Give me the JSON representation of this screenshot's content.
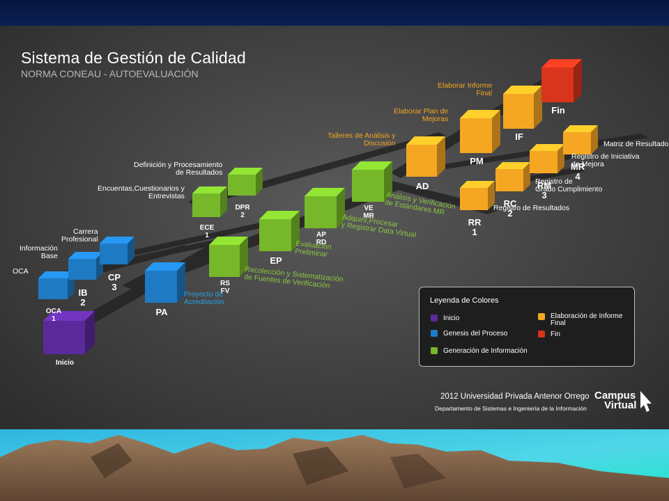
{
  "title": "Sistema de Gestión de Calidad",
  "subtitle": "NORMA CONEAU - AUTOEVALUACIÓN",
  "colors": {
    "inicio": "#5b2a9a",
    "genesis": "#1f7ac4",
    "generacion": "#76b82a",
    "elaboracion": "#f5a623",
    "fin": "#d9341c"
  },
  "boxes": [
    {
      "id": "inicio",
      "label": "Inicio",
      "color": "inicio"
    },
    {
      "id": "oca",
      "label": "OCA\n1",
      "color": "genesis"
    },
    {
      "id": "ib",
      "label": "IB\n2",
      "color": "genesis"
    },
    {
      "id": "cp",
      "label": "CP\n3",
      "color": "genesis"
    },
    {
      "id": "pa",
      "label": "PA",
      "color": "genesis"
    },
    {
      "id": "rsfv",
      "label": "RS\nFV",
      "color": "generacion"
    },
    {
      "id": "ep",
      "label": "EP",
      "color": "generacion"
    },
    {
      "id": "aprd",
      "label": "AP\nRD",
      "color": "generacion"
    },
    {
      "id": "vemr",
      "label": "VE\nMR",
      "color": "generacion"
    },
    {
      "id": "ece",
      "label": "ECE\n1",
      "color": "generacion"
    },
    {
      "id": "dpr",
      "label": "DPR\n2",
      "color": "generacion"
    },
    {
      "id": "ad",
      "label": "AD",
      "color": "elaboracion"
    },
    {
      "id": "pm",
      "label": "PM",
      "color": "elaboracion"
    },
    {
      "id": "if",
      "label": "IF",
      "color": "elaboracion"
    },
    {
      "id": "fin",
      "label": "Fin",
      "color": "fin"
    },
    {
      "id": "rr",
      "label": "RR\n1",
      "color": "elaboracion"
    },
    {
      "id": "rc",
      "label": "RC\n2",
      "color": "elaboracion"
    },
    {
      "id": "rm",
      "label": "RM\n3",
      "color": "elaboracion"
    },
    {
      "id": "mr",
      "label": "MR\n4",
      "color": "elaboracion"
    }
  ],
  "labels": {
    "oca": "OCA",
    "ib": "Información\nBase",
    "cp": "Carrera\nProfesional",
    "pa": "Proyecto de\nAcreditación",
    "rsfv": "Recolección y Sistematización\nde Fuentes de Verificación",
    "ep": "Evaluación\nPreliminar",
    "aprd": "Adquirir,Procesar\ny Registrar Data Virtual",
    "vemr": "Análisis y Verificación\nde Estándares MR",
    "ece": "Encuentas,Cuestionarios y\nEntrevistas",
    "dpr": "Definición y Procesamiento\nde Resultados",
    "ad": "Talleres de Análisis y\nDiscusión",
    "pm": "Elaborar Plan de\nMejoras",
    "if": "Elaborar Informe\nFinal",
    "rr": "Registro de Resultados",
    "rc": "Registro de\nGrado Cumplimiento",
    "rm": "Registro de Iniciativa\nde Mejora",
    "mr": "Matriz de Resultados"
  },
  "legend": {
    "title": "Leyenda de Colores",
    "items": [
      {
        "label": "Inicio",
        "color": "inicio"
      },
      {
        "label": "Genesis del Proceso",
        "color": "genesis"
      },
      {
        "label": "Generación de Información",
        "color": "generacion"
      },
      {
        "label": "Elaboración de Informe\nFinal",
        "color": "elaboracion"
      },
      {
        "label": "Fin",
        "color": "fin"
      }
    ]
  },
  "footer": {
    "credit": "2012 Universidad Privada Antenor Orrego",
    "department": "Departamento de Sistemas e Ingeniería de la Información",
    "brand_line1": "Campus",
    "brand_line2": "Virtual"
  }
}
